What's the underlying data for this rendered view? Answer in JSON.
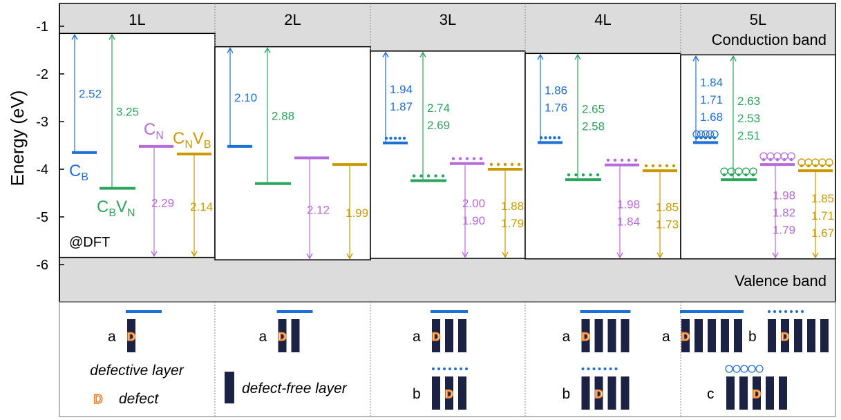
{
  "colors": {
    "cb": "#1f6fd6",
    "cbvn": "#2aa55d",
    "cn": "#b66bdb",
    "cnvb": "#c99a00",
    "band_fill": "#dcdcdc",
    "defect_block": "#1b2244",
    "defect_mark": "#f07f25"
  },
  "axis": {
    "ylabel": "Energy (eV)",
    "ticks": [
      "-1",
      "-2",
      "-3",
      "-4",
      "-5",
      "-6"
    ]
  },
  "band_labels": {
    "conduction": "Conduction band",
    "valence": "Valence band"
  },
  "dft_note": "@DFT",
  "species_labels": {
    "cb_main": "C",
    "cb_sub": "B",
    "cbvn_1": "C",
    "cbvn_sub1": "B",
    "cbvn_2": "V",
    "cbvn_sub2": "N",
    "cn_main": "C",
    "cn_sub": "N",
    "cnvb_1": "C",
    "cnvb_sub1": "N",
    "cnvb_2": "V",
    "cnvb_sub2": "B"
  },
  "panels": [
    {
      "name": "1L",
      "cb_level": -1.15,
      "vb_level": -5.85,
      "states": [
        {
          "species": "cb",
          "level": -3.65,
          "style": "line",
          "gaps": [
            "2.52"
          ]
        },
        {
          "species": "cbvn",
          "level": -4.4,
          "style": "line",
          "gaps": [
            "3.25"
          ]
        },
        {
          "species": "cn",
          "level": -3.52,
          "style": "line",
          "gaps": [
            "2.29"
          ]
        },
        {
          "species": "cnvb",
          "level": -3.68,
          "style": "line",
          "gaps": [
            "2.14"
          ]
        }
      ]
    },
    {
      "name": "2L",
      "cb_level": -1.43,
      "vb_level": -5.9,
      "states": [
        {
          "species": "cb",
          "level": -3.52,
          "style": "line",
          "gaps": [
            "2.10"
          ]
        },
        {
          "species": "cbvn",
          "level": -4.3,
          "style": "line",
          "gaps": [
            "2.88"
          ]
        },
        {
          "species": "cn",
          "level": -3.76,
          "style": "line",
          "gaps": [
            "2.12"
          ]
        },
        {
          "species": "cnvb",
          "level": -3.9,
          "style": "line",
          "gaps": [
            "1.99"
          ]
        }
      ]
    },
    {
      "name": "3L",
      "cb_level": -1.52,
      "vb_level": -5.87,
      "states": [
        {
          "species": "cb",
          "level": -3.45,
          "style": "line+dots",
          "gaps": [
            "1.94",
            "1.87"
          ]
        },
        {
          "species": "cbvn",
          "level": -4.24,
          "style": "line+dots",
          "gaps": [
            "2.74",
            "2.69"
          ]
        },
        {
          "species": "cn",
          "level": -3.88,
          "style": "line+dots",
          "gaps": [
            "2.00",
            "1.90"
          ]
        },
        {
          "species": "cnvb",
          "level": -4.0,
          "style": "line+dots",
          "gaps": [
            "1.88",
            "1.79"
          ]
        }
      ]
    },
    {
      "name": "4L",
      "cb_level": -1.57,
      "vb_level": -5.88,
      "states": [
        {
          "species": "cb",
          "level": -3.44,
          "style": "line+dots",
          "gaps": [
            "1.86",
            "1.76"
          ]
        },
        {
          "species": "cbvn",
          "level": -4.22,
          "style": "line+dots",
          "gaps": [
            "2.65",
            "2.58"
          ]
        },
        {
          "species": "cn",
          "level": -3.91,
          "style": "line+dots",
          "gaps": [
            "1.98",
            "1.84"
          ]
        },
        {
          "species": "cnvb",
          "level": -4.03,
          "style": "line+dots",
          "gaps": [
            "1.85",
            "1.73"
          ]
        }
      ]
    },
    {
      "name": "5L",
      "cb_level": -1.6,
      "vb_level": -5.88,
      "states": [
        {
          "species": "cb",
          "level": -3.44,
          "style": "line+dots+circles",
          "gaps": [
            "1.84",
            "1.71",
            "1.68"
          ]
        },
        {
          "species": "cbvn",
          "level": -4.22,
          "style": "line+dots+circles",
          "gaps": [
            "2.63",
            "2.53",
            "2.51"
          ]
        },
        {
          "species": "cn",
          "level": -3.9,
          "style": "line+dots+circles",
          "gaps": [
            "1.98",
            "1.82",
            "1.79"
          ]
        },
        {
          "species": "cnvb",
          "level": -4.03,
          "style": "line+dots+circles",
          "gaps": [
            "1.85",
            "1.71",
            "1.67"
          ]
        }
      ]
    }
  ],
  "schematics": [
    {
      "layers": 1,
      "configs": [
        {
          "label": "a",
          "defect_index": 0,
          "marker": "line"
        }
      ]
    },
    {
      "layers": 2,
      "configs": [
        {
          "label": "a",
          "defect_index": 0,
          "marker": "line"
        }
      ]
    },
    {
      "layers": 3,
      "configs": [
        {
          "label": "a",
          "defect_index": 0,
          "marker": "line"
        },
        {
          "label": "b",
          "defect_index": 1,
          "marker": "dots"
        }
      ]
    },
    {
      "layers": 4,
      "configs": [
        {
          "label": "a",
          "defect_index": 0,
          "marker": "line"
        },
        {
          "label": "b",
          "defect_index": 1,
          "marker": "dots"
        }
      ]
    },
    {
      "layers": 5,
      "configs": [
        {
          "label": "a",
          "defect_index": 0,
          "marker": "line"
        },
        {
          "label": "b",
          "defect_index": 1,
          "marker": "dots"
        },
        {
          "label": "c",
          "defect_index": 2,
          "marker": "circles"
        }
      ]
    }
  ],
  "legend": {
    "defective_layer": "defective layer",
    "defect": "defect",
    "defect_free_layer": "defect-free layer",
    "defect_glyph": "D"
  }
}
